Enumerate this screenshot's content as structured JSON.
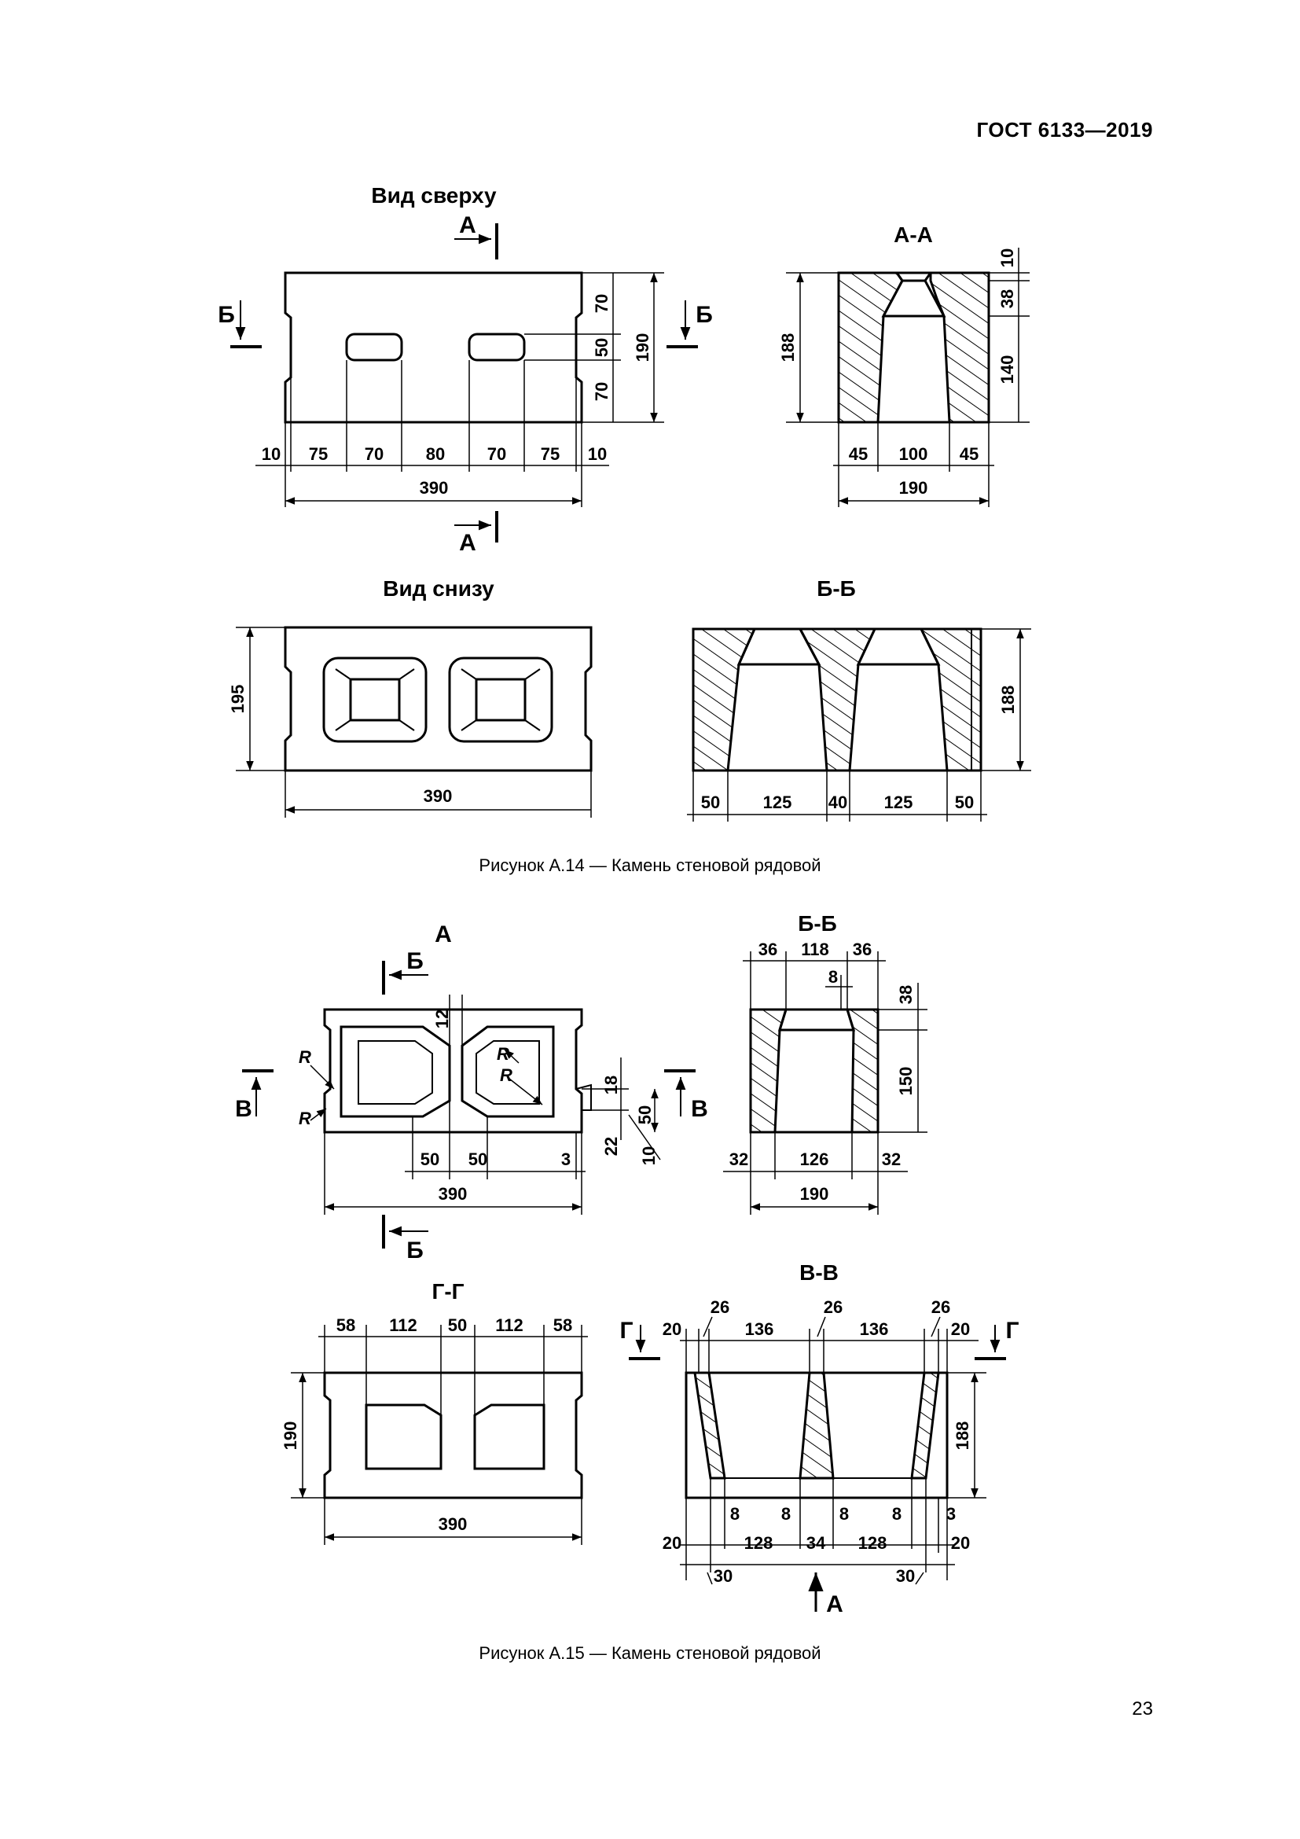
{
  "header": {
    "doc_code": "ГОСТ 6133—2019"
  },
  "fig14": {
    "title_top": "Вид сверху",
    "title_section_aa": "А-А",
    "title_bottom": "Вид снизу",
    "title_section_bb": "Б-Б",
    "cut_a": "А",
    "cut_b": "Б",
    "top_dims": [
      "10",
      "75",
      "70",
      "80",
      "70",
      "75",
      "10"
    ],
    "top_total": "390",
    "top_right": [
      "70",
      "50",
      "70"
    ],
    "top_height": "190",
    "aa_height": "188",
    "aa_right": [
      "10",
      "38",
      "140"
    ],
    "aa_bottom": [
      "45",
      "100",
      "45"
    ],
    "aa_total": "190",
    "bottom_height": "195",
    "bottom_total": "390",
    "bb_height": "188",
    "bb_bottom": [
      "50",
      "125",
      "40",
      "125",
      "50"
    ],
    "caption": "Рисунок А.14 — Камень стеновой рядовой"
  },
  "fig15": {
    "title_a": "А",
    "title_bb": "Б-Б",
    "title_gg": "Г-Г",
    "title_vv": "В-В",
    "cut_b": "Б",
    "cut_v": "В",
    "cut_g": "Г",
    "radius": "R",
    "a_dims": {
      "top": "12",
      "d18": "18",
      "d50": "50",
      "d22": "22",
      "d10": "10",
      "bottom_50a": "50",
      "bottom_50b": "50",
      "bottom_3": "3",
      "total": "390"
    },
    "bb_top": [
      "36",
      "118",
      "36"
    ],
    "bb_8": "8",
    "bb_right": [
      "38",
      "150"
    ],
    "bb_bottom": [
      "32",
      "126",
      "32"
    ],
    "bb_total": "190",
    "gg_top": [
      "58",
      "112",
      "50",
      "112",
      "58"
    ],
    "gg_height": "190",
    "gg_total": "390",
    "vv_26": [
      "26",
      "26",
      "26"
    ],
    "vv_top": [
      "20",
      "136",
      "136",
      "20"
    ],
    "vv_height": "188",
    "vv_8": [
      "8",
      "8",
      "8",
      "8"
    ],
    "vv_3": "3",
    "vv_bottom": [
      "20",
      "128",
      "34",
      "128",
      "20"
    ],
    "vv_30": [
      "30",
      "30"
    ],
    "view_a": "А",
    "caption": "Рисунок А.15 — Камень стеновой рядовой"
  },
  "footer": {
    "page_number": "23"
  }
}
